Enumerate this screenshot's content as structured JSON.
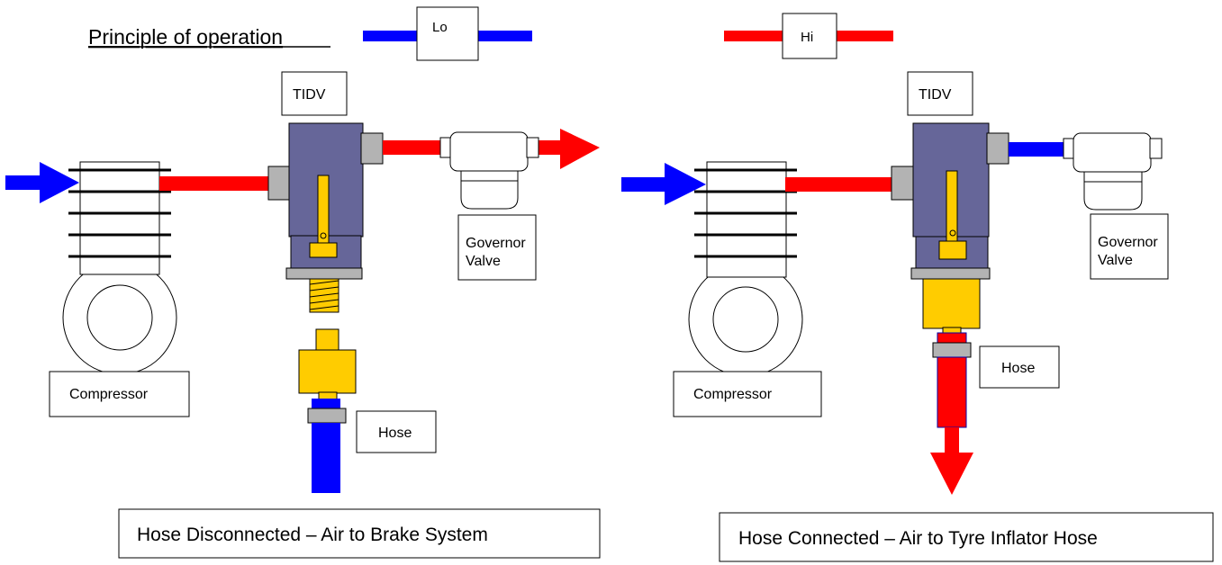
{
  "title": "Principle of operation",
  "legend": {
    "low": {
      "label": "Lo",
      "color": "#0000ff"
    },
    "high": {
      "label": "Hi",
      "color": "#ff0000"
    }
  },
  "colors": {
    "low_pressure": "#0000ff",
    "high_pressure": "#ff0000",
    "valve_body": "#666699",
    "brass": "#ffcc00",
    "fitting": "#b3b3b3"
  },
  "left_panel": {
    "tidv_label": "TIDV",
    "governor_label_line1": "Governor",
    "governor_label_line2": "Valve",
    "compressor_label": "Compressor",
    "hose_label": "Hose",
    "caption": "Hose Disconnected – Air to Brake System"
  },
  "right_panel": {
    "tidv_label": "TIDV",
    "governor_label_line1": "Governor",
    "governor_label_line2": "Valve",
    "compressor_label": "Compressor",
    "hose_label": "Hose",
    "caption": "Hose Connected – Air to Tyre Inflator Hose"
  }
}
